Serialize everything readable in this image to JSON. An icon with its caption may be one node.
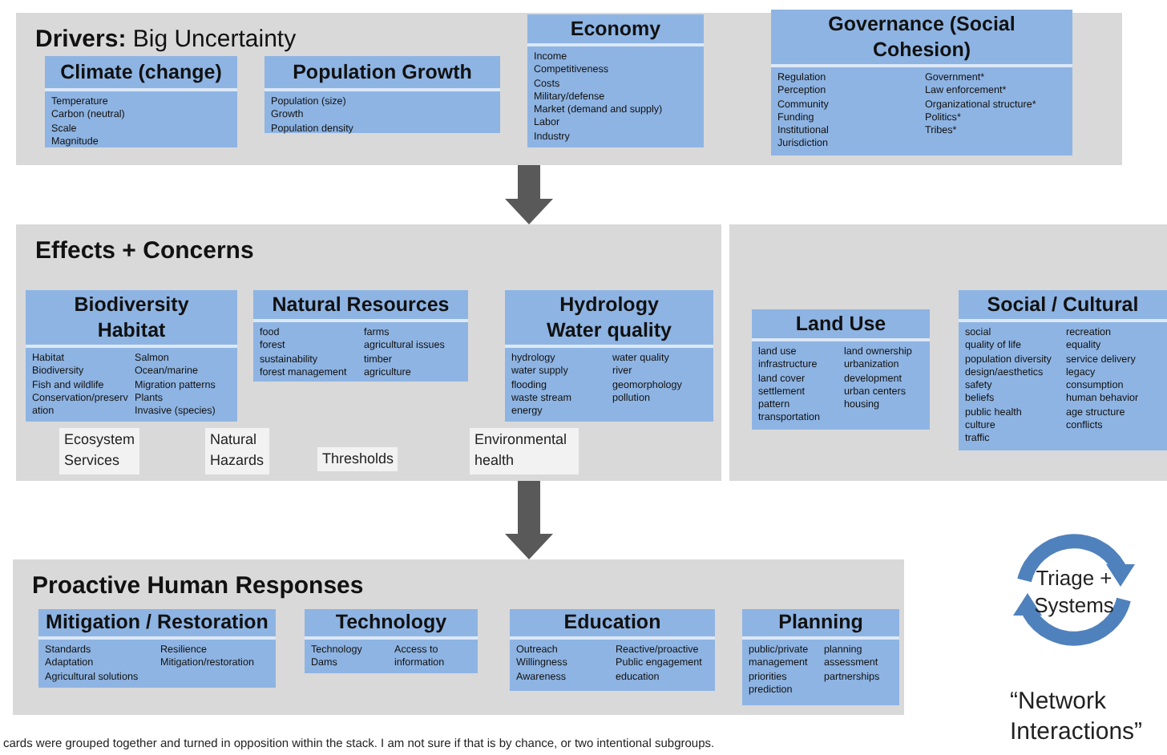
{
  "diagram": {
    "nodes": [
      {
        "text": [
          "**Drivers:** Big Uncertainty"
        ]
      },
      {
        "text": [
          "Climate (change)",
          "Temperature",
          "Carbon (neutral)",
          "Scale",
          "Magnitude"
        ],
        "in": 0
      },
      {
        "text": [
          "Population Growth",
          "Population (size)",
          "Growth",
          "Population density"
        ],
        "in": 0
      },
      {
        "text": [
          "Economy",
          "Income",
          "Competitiveness",
          "Costs",
          "Military/defense",
          "Market (demand and supply)",
          "Labor",
          "Industry"
        ],
        "in": 0
      },
      {
        "text": [
          "Governance (Social Cohesion)",
          "Regulation",
          "Perception",
          "Community",
          "Funding",
          "Institutional",
          "Jurisdiction",
          "Government*",
          "Law enforcement*",
          "Organizational structure*",
          "Politics*",
          "Tribes*"
        ],
        "in": 0
      },
      {
        "text": [
          "Effects + Concerns"
        ]
      },
      {
        "text": [
          "Biodiversity Habitat",
          "Habitat",
          "Biodiversity",
          "Fish and wildlife",
          "Conservation/preservation",
          "Salmon",
          "Ocean/marine",
          "Migration patterns",
          "Plants",
          "Invasive (species)"
        ],
        "in": 5
      },
      {
        "text": [
          "Natural Resources",
          "food",
          "forest",
          "sustainability",
          "forest management",
          "farms",
          "agricultural issues",
          "timber",
          "agriculture"
        ],
        "in": 5
      },
      {
        "text": [
          "Hydrology Water quality",
          "hydrology",
          "water supply",
          "flooding",
          "waste stream",
          "energy",
          "water quality",
          "river",
          "geomorphology",
          "pollution"
        ],
        "in": 5
      },
      {
        "text": [
          "Ecosystem Services"
        ],
        "in": 5
      },
      {
        "text": [
          "Natural Hazards"
        ],
        "in": 5
      },
      {
        "text": [
          "Thresholds"
        ],
        "in": 5
      },
      {
        "text": [
          "Environmental health"
        ],
        "in": 5
      },
      {
        "text": [],
        "shape": "box"
      },
      {
        "text": [
          "Land Use",
          "land use",
          "infrastructure",
          "land cover",
          "settlement",
          "pattern",
          "transportation",
          "land ownership",
          "urbanization",
          "development",
          "urban centers",
          "housing"
        ],
        "in": 13
      },
      {
        "text": [
          "Social / Cultural",
          "social",
          "quality of life",
          "population diversity",
          "design/aesthetics",
          "safety",
          "beliefs",
          "public health",
          "culture",
          "traffic",
          "recreation",
          "equality",
          "service delivery",
          "legacy",
          "consumption",
          "human behavior",
          "age structure",
          "conflicts"
        ],
        "in": 13
      },
      {
        "text": [
          "Proactive Human Responses"
        ]
      },
      {
        "text": [
          "Mitigation / Restoration",
          "Standards",
          "Adaptation",
          "Agricultural solutions",
          "Resilience",
          "Mitigation/restoration"
        ],
        "in": 16
      },
      {
        "text": [
          "Technology",
          "Technology",
          "Dams",
          "Access to information"
        ],
        "in": 16
      },
      {
        "text": [
          "Education",
          "Outreach",
          "Willingness",
          "Awareness",
          "Reactive/proactive",
          "Public engagement",
          "education"
        ],
        "in": 16
      },
      {
        "text": [
          "Planning",
          "public/private",
          "management",
          "priorities",
          "prediction",
          "planning",
          "assessment",
          "partnerships"
        ],
        "in": 16
      },
      {
        "text": [
          "Triage + Systems"
        ],
        "beside": [
          "“Network Interactions”"
        ]
      }
    ],
    "edges": [
      {
        "from": 0,
        "to": 5,
        "arrow": "to"
      },
      {
        "from": 5,
        "to": 16,
        "arrow": "to"
      }
    ],
    "labels": [
      "cards were grouped together and turned in opposition within the stack. I am not sure if that is by chance, or two intentional subgroups."
    ]
  }
}
